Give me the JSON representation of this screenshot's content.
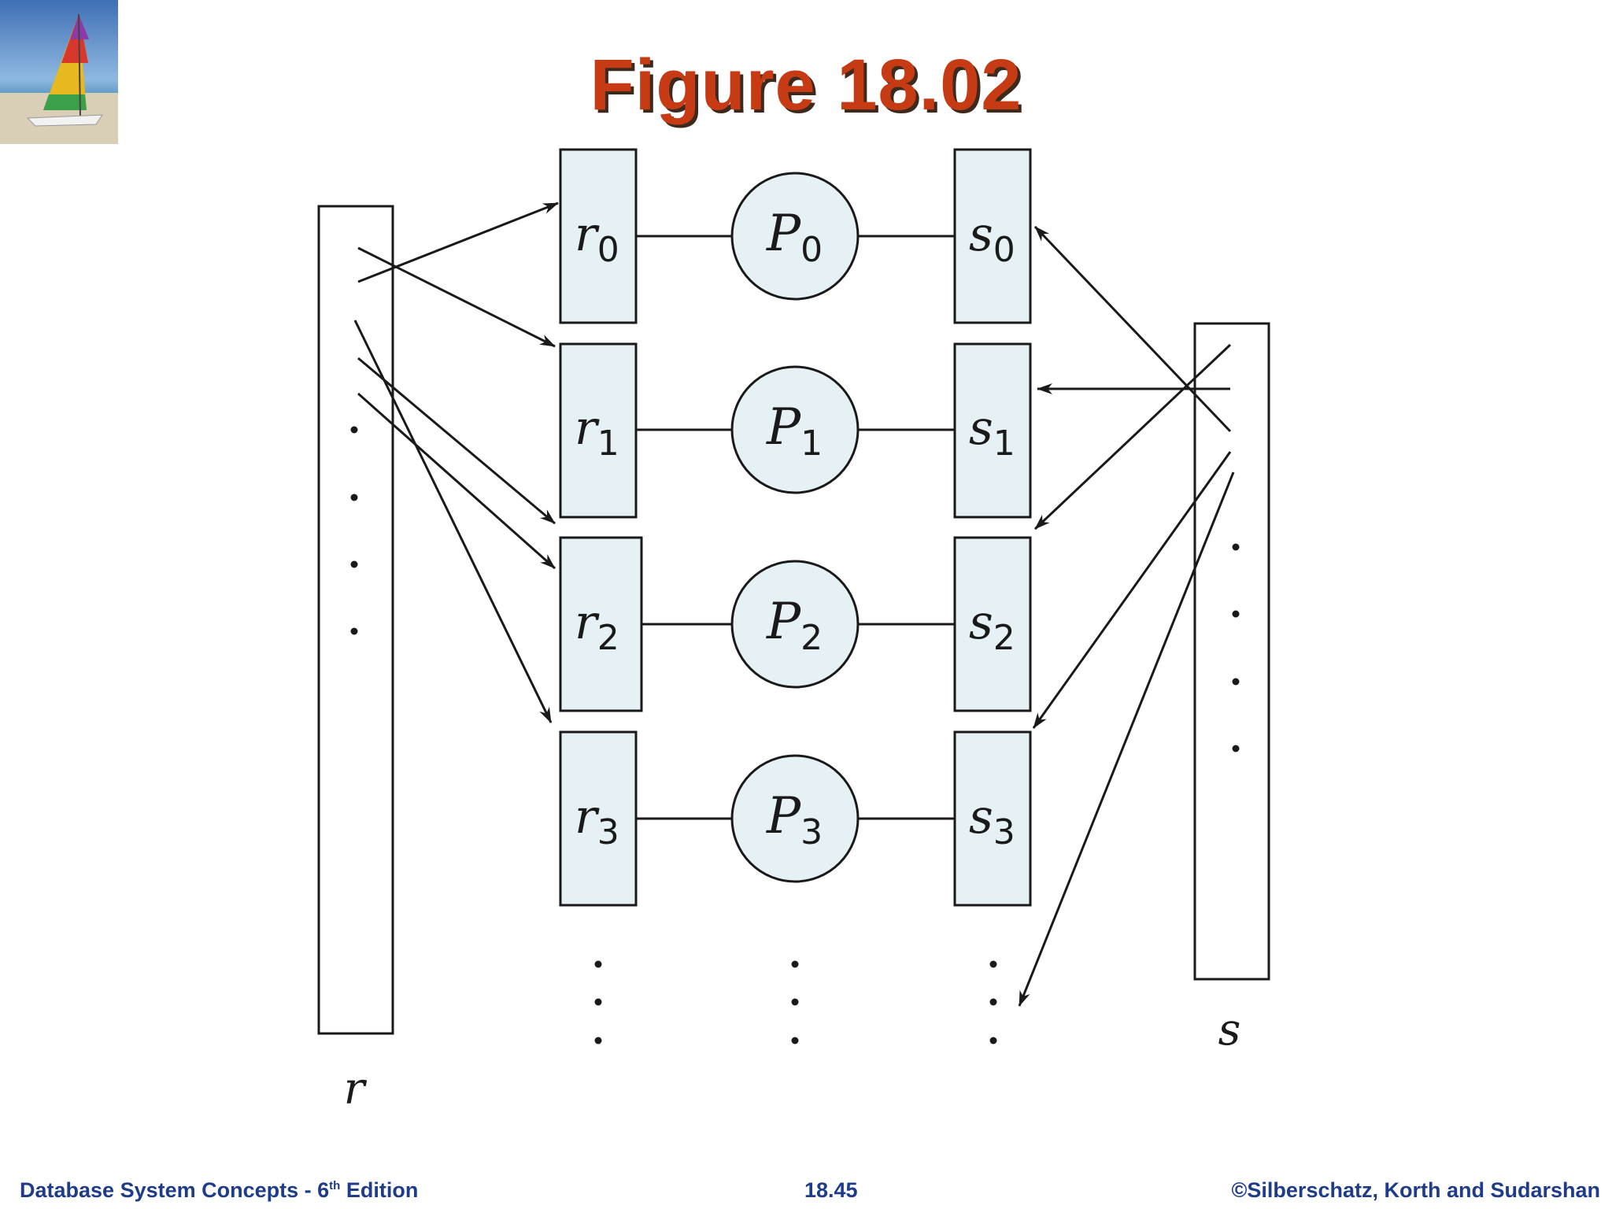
{
  "title": "Figure 18.02",
  "footer": {
    "left_prefix": "Database System Concepts - 6",
    "left_sup": "th",
    "left_suffix": " Edition",
    "center": "18.45",
    "right": "©Silberschatz, Korth and Sudarshan"
  },
  "diagram": {
    "relation_r": "r",
    "relation_s": "s",
    "rows": [
      {
        "r": "r",
        "r_sub": "0",
        "p": "P",
        "p_sub": "0",
        "s": "s",
        "s_sub": "0"
      },
      {
        "r": "r",
        "r_sub": "1",
        "p": "P",
        "p_sub": "1",
        "s": "s",
        "s_sub": "1"
      },
      {
        "r": "r",
        "r_sub": "2",
        "p": "P",
        "p_sub": "2",
        "s": "s",
        "s_sub": "2"
      },
      {
        "r": "r",
        "r_sub": "3",
        "p": "P",
        "p_sub": "3",
        "s": "s",
        "s_sub": "3"
      }
    ],
    "colors": {
      "box_fill": "#e6f1f6",
      "title": "#c63b14",
      "footer": "#1f3c8a"
    }
  }
}
